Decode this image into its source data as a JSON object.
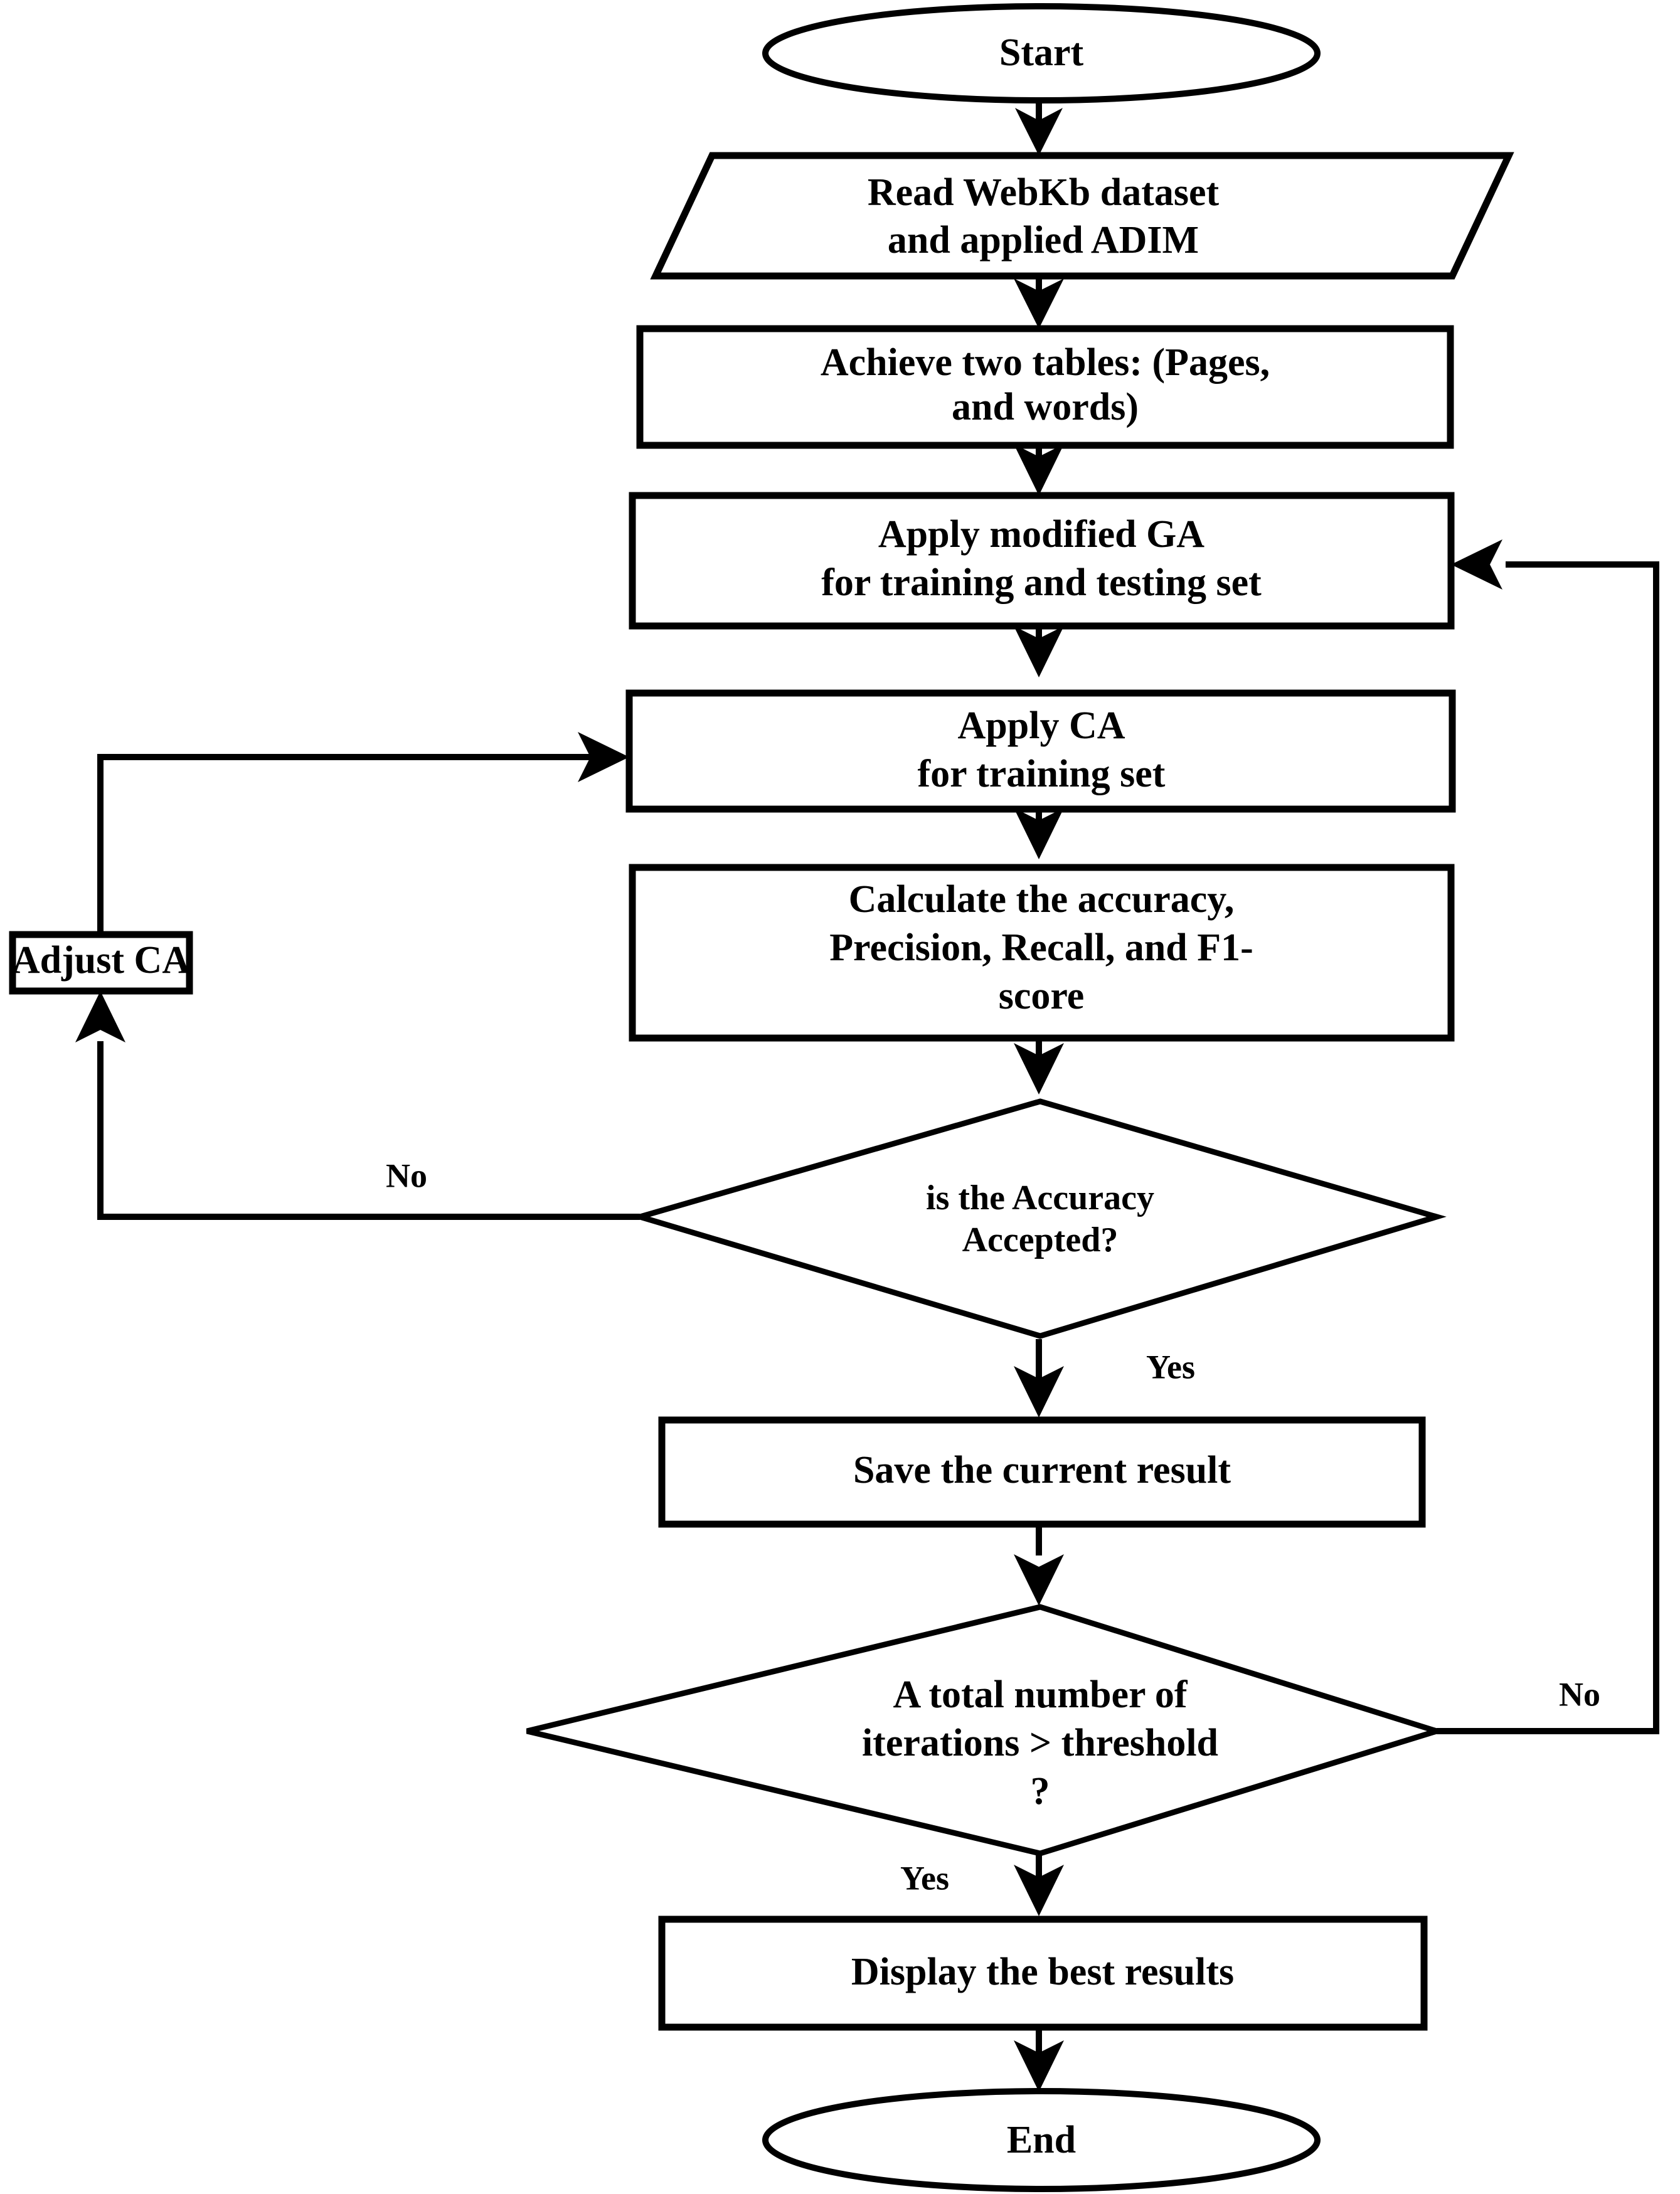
{
  "diagram": {
    "type": "flowchart",
    "title": "WebKb classification workflow flowchart",
    "orientation": "top-to-bottom",
    "background_color": "#ffffff",
    "line_color": "#000000",
    "text_color": "#000000",
    "nodes": [
      {
        "id": "start",
        "shape": "ellipse",
        "label": "Start"
      },
      {
        "id": "read",
        "shape": "parallelogram",
        "label_line1": "Read WebKb dataset",
        "label_line2": "and applied ADIM"
      },
      {
        "id": "achieve",
        "shape": "rectangle",
        "label_line1": "Achieve two tables: (Pages,",
        "label_line2": "and words)"
      },
      {
        "id": "ga",
        "shape": "rectangle",
        "label_line1": "Apply modified GA",
        "label_line2": "for training and testing set"
      },
      {
        "id": "ca",
        "shape": "rectangle",
        "label_line1": "Apply CA",
        "label_line2": "for training set"
      },
      {
        "id": "calculate",
        "shape": "rectangle",
        "label_line1": "Calculate the accuracy,",
        "label_line2": "Precision, Recall, and F1-",
        "label_line3": "score"
      },
      {
        "id": "adjust",
        "shape": "rectangle",
        "label": "Adjust CA"
      },
      {
        "id": "accuracy",
        "shape": "diamond",
        "label_line1": "is the Accuracy",
        "label_line2": "Accepted?"
      },
      {
        "id": "save",
        "shape": "rectangle",
        "label": "Save the current result"
      },
      {
        "id": "iterations",
        "shape": "diamond",
        "label_line1": "A total number of",
        "label_line2": "iterations > threshold",
        "label_line3": "?"
      },
      {
        "id": "display",
        "shape": "rectangle",
        "label": "Display the best results"
      },
      {
        "id": "end",
        "shape": "ellipse",
        "label": "End"
      }
    ],
    "edges": [
      {
        "from": "start",
        "to": "read",
        "label": ""
      },
      {
        "from": "read",
        "to": "achieve",
        "label": ""
      },
      {
        "from": "achieve",
        "to": "ga",
        "label": ""
      },
      {
        "from": "ga",
        "to": "ca",
        "label": ""
      },
      {
        "from": "ca",
        "to": "calculate",
        "label": ""
      },
      {
        "from": "calculate",
        "to": "accuracy",
        "label": ""
      },
      {
        "from": "accuracy",
        "to": "adjust",
        "label": "No"
      },
      {
        "from": "adjust",
        "to": "ca",
        "label": ""
      },
      {
        "from": "accuracy",
        "to": "save",
        "label": "Yes"
      },
      {
        "from": "save",
        "to": "iterations",
        "label": ""
      },
      {
        "from": "iterations",
        "to": "ga",
        "label": "No"
      },
      {
        "from": "iterations",
        "to": "display",
        "label": "Yes"
      },
      {
        "from": "display",
        "to": "end",
        "label": ""
      }
    ],
    "edge_labels": {
      "accuracy_no": "No",
      "accuracy_yes": "Yes",
      "iterations_no": "No",
      "iterations_yes": "Yes"
    }
  }
}
